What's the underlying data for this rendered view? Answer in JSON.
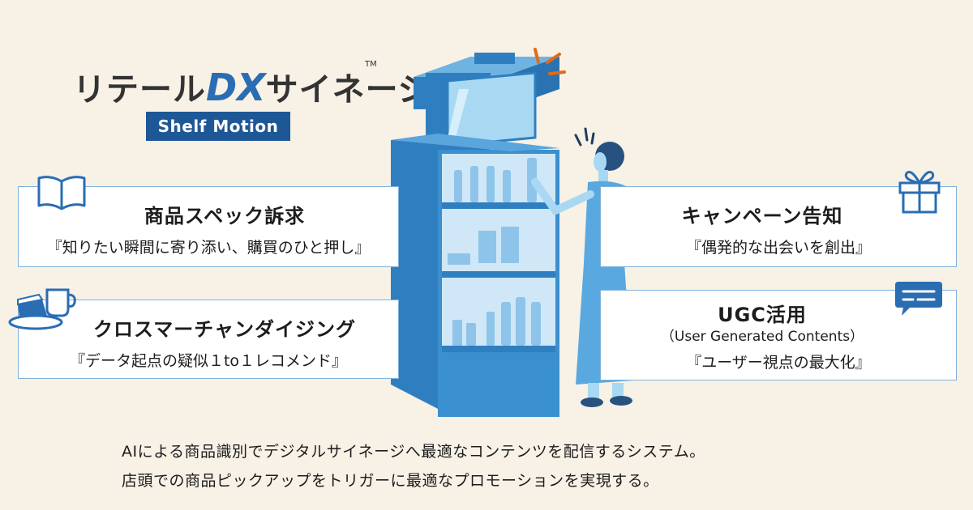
{
  "logo": {
    "title_prefix": "リテール",
    "title_dx": "DX",
    "title_suffix": "サイネージ",
    "tm": "TM",
    "badge": "Shelf Motion"
  },
  "features": [
    {
      "title": "商品スペック訴求",
      "sub": "『知りたい瞬間に寄り添い、購買のひと押し』",
      "icon": "open-book-icon"
    },
    {
      "title": "クロスマーチャンダイジング",
      "sub": "『データ起点の疑似１to１レコメンド』",
      "icon": "coffee-cake-icon"
    },
    {
      "title": "キャンペーン告知",
      "sub": "『偶発的な出会いを創出』",
      "icon": "gift-box-icon"
    },
    {
      "title": "UGC活用",
      "note": "（User Generated Contents）",
      "sub": "『ユーザー視点の最大化』",
      "icon": "chat-bubble-icon"
    }
  ],
  "description": [
    "AIによる商品識別でデジタルサイネージへ最適なコンテンツを配信するシステム。",
    "店頭での商品ピックアップをトリガーに最適なプロモーションを実現する。"
  ],
  "colors": {
    "background": "#f7f1e6",
    "accent_blue": "#2a6db3",
    "badge_blue": "#1e5796",
    "card_border": "#7fb2dc",
    "shelf_blue": "#3a8fcf",
    "person_blue": "#5aa8e0"
  }
}
